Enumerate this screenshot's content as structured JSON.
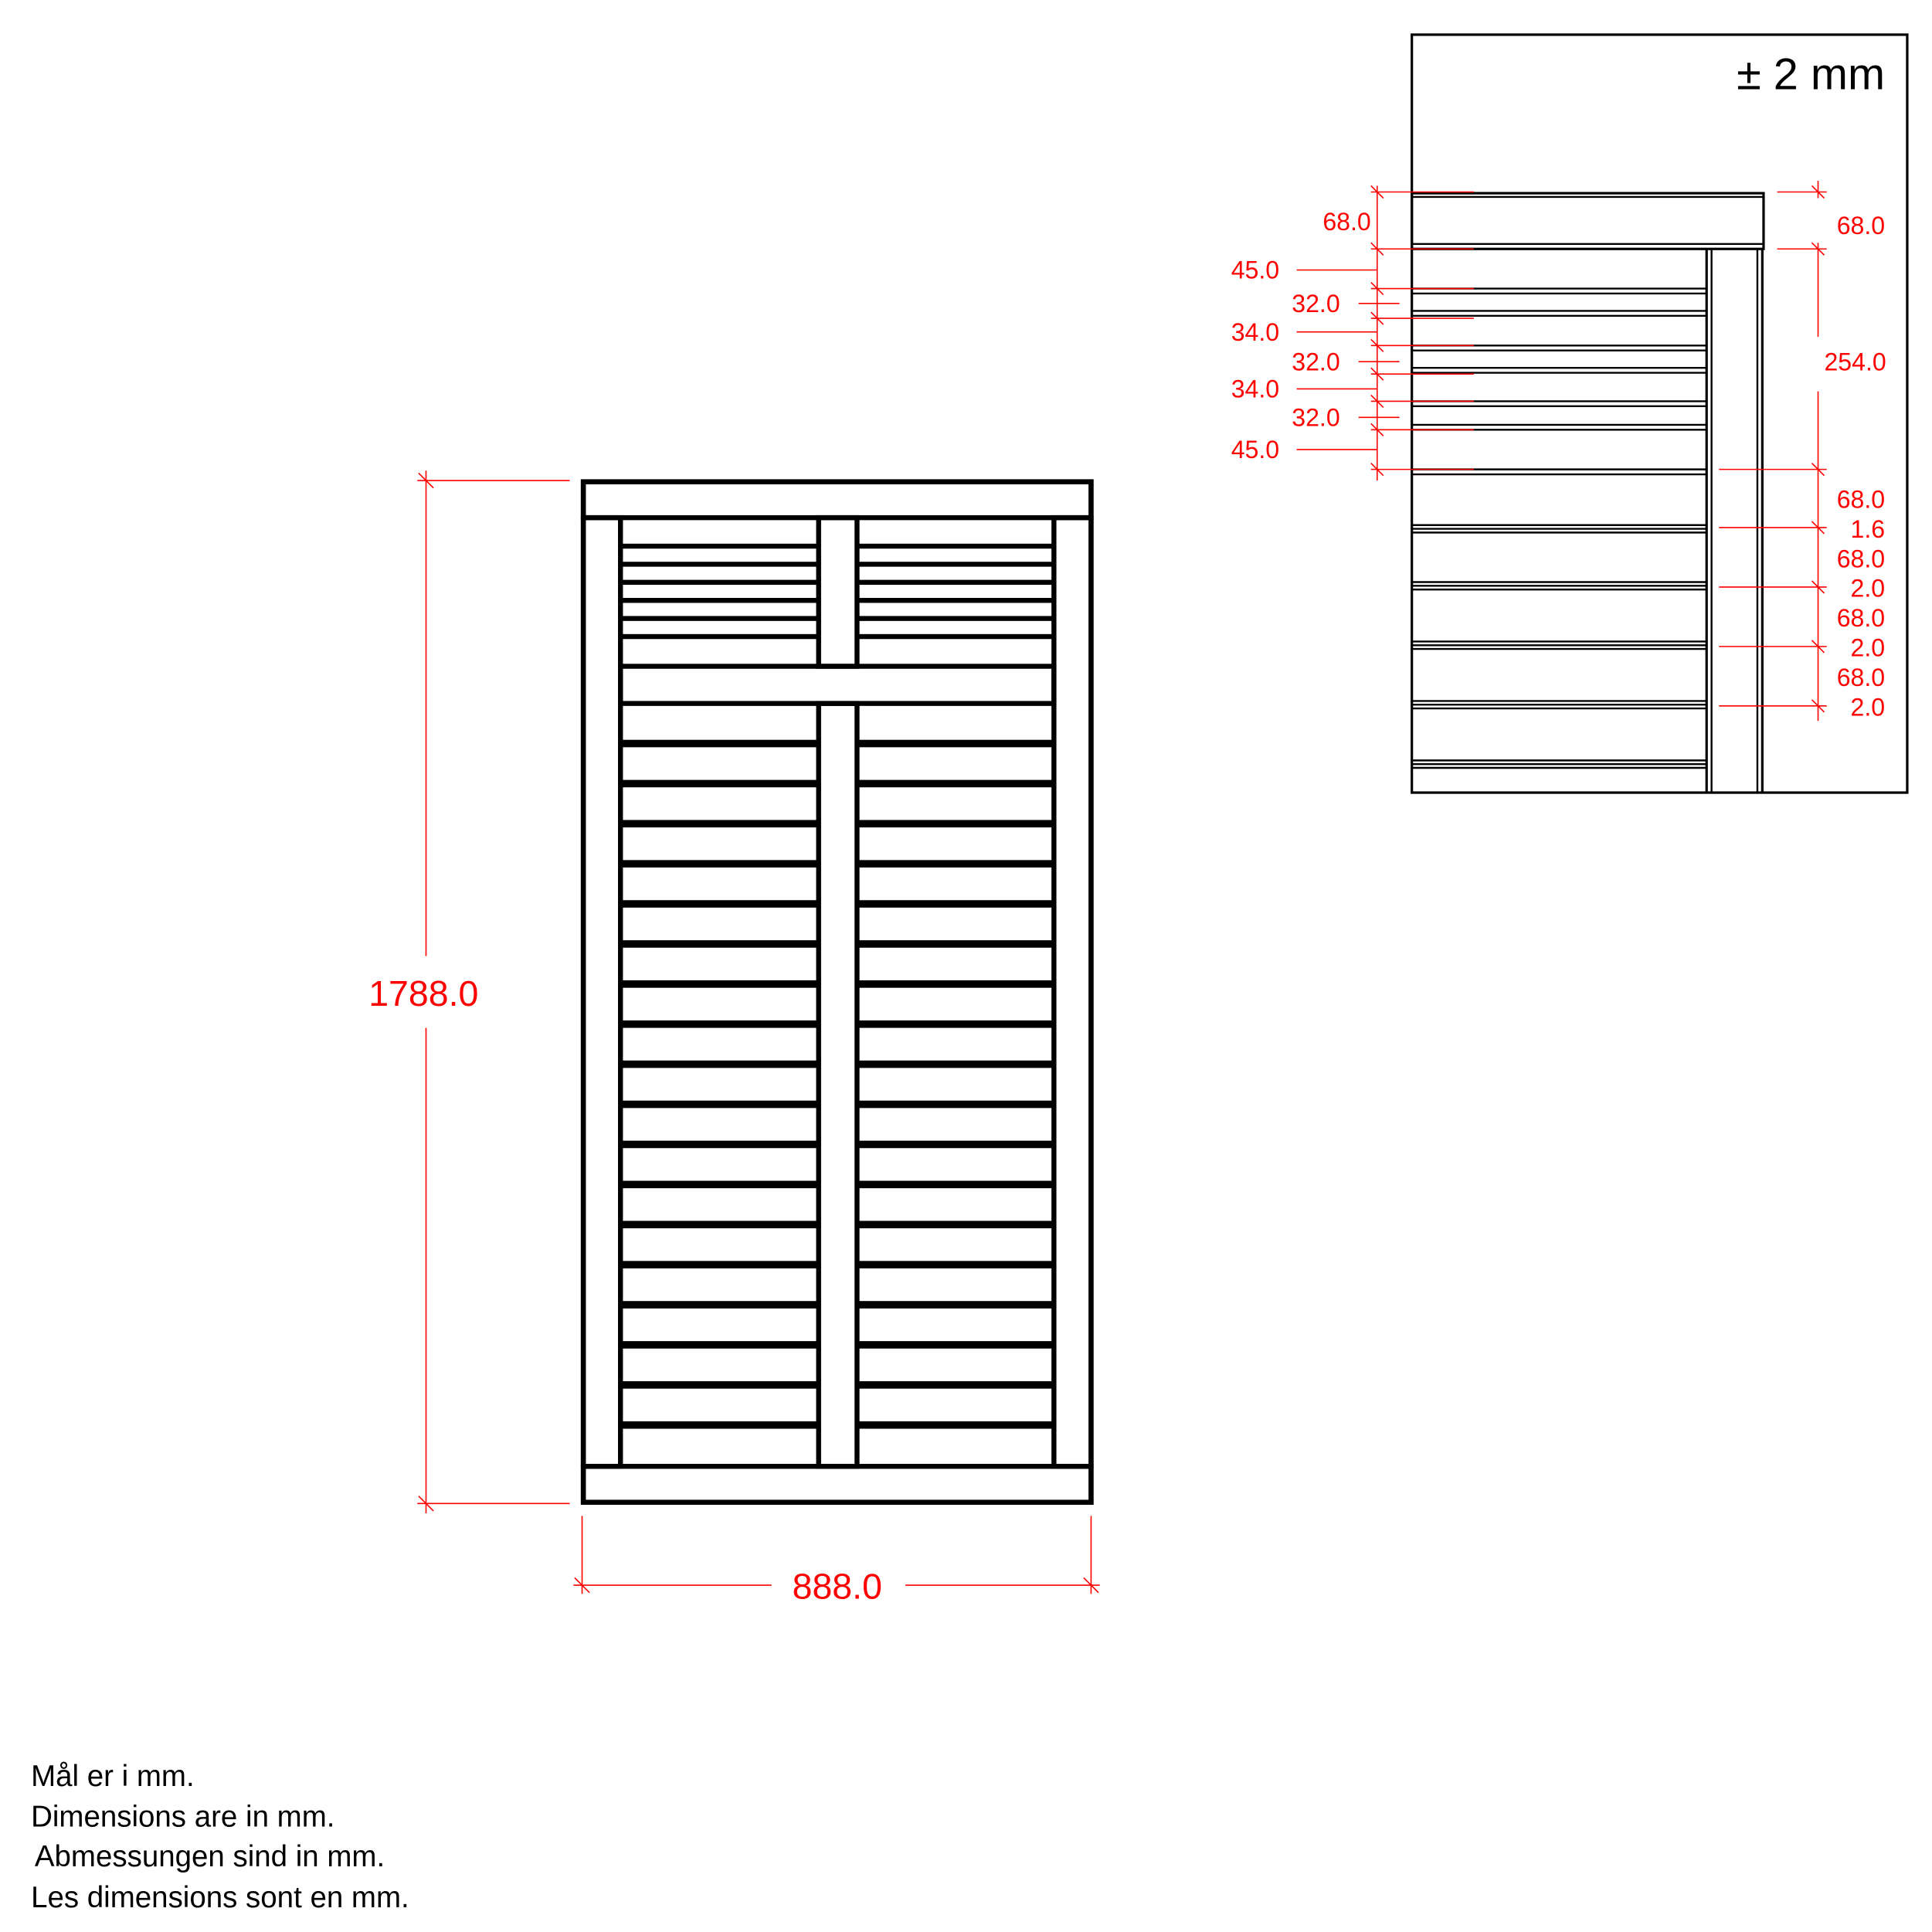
{
  "main_view": {
    "height_label": "1788.0",
    "width_label": "888.0",
    "upper_louvers": 6,
    "lower_louvers": 19
  },
  "detail_view": {
    "tolerance": "± 2 mm",
    "left_dims": [
      "68.0",
      "45.0",
      "32.0",
      "34.0",
      "32.0",
      "34.0",
      "32.0",
      "45.0"
    ],
    "right_dims": [
      "68.0",
      "254.0",
      "68.0",
      "1.6",
      "68.0",
      "2.0",
      "68.0",
      "2.0",
      "68.0",
      "2.0"
    ]
  },
  "notes": [
    "Mål er i mm.",
    "Dimensions are in mm.",
    "Abmessungen sind in mm.",
    "Les dimensions sont en mm."
  ],
  "colors": {
    "dimension": "#ff0000",
    "outline": "#000000"
  }
}
